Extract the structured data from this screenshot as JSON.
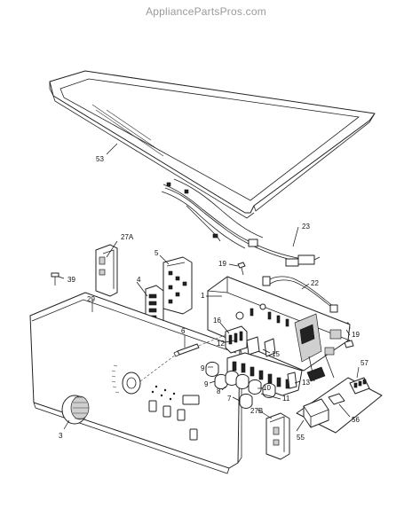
{
  "watermark": "AppliancePartsPros.com",
  "callouts": {
    "c53": "53",
    "c23": "23",
    "c27A": "27A",
    "c5": "5",
    "c19a": "19",
    "c39": "39",
    "c4": "4",
    "c22": "22",
    "c1": "1",
    "c29": "29",
    "c16": "16",
    "c19b": "19",
    "c6": "6",
    "c12": "12",
    "c15": "15",
    "c9a": "9",
    "c9b": "9",
    "c8": "8",
    "c7": "7",
    "c10": "10",
    "c13": "13",
    "c57": "57",
    "c11": "11",
    "c27B": "27B",
    "c56": "56",
    "c3": "3",
    "c55": "55"
  }
}
